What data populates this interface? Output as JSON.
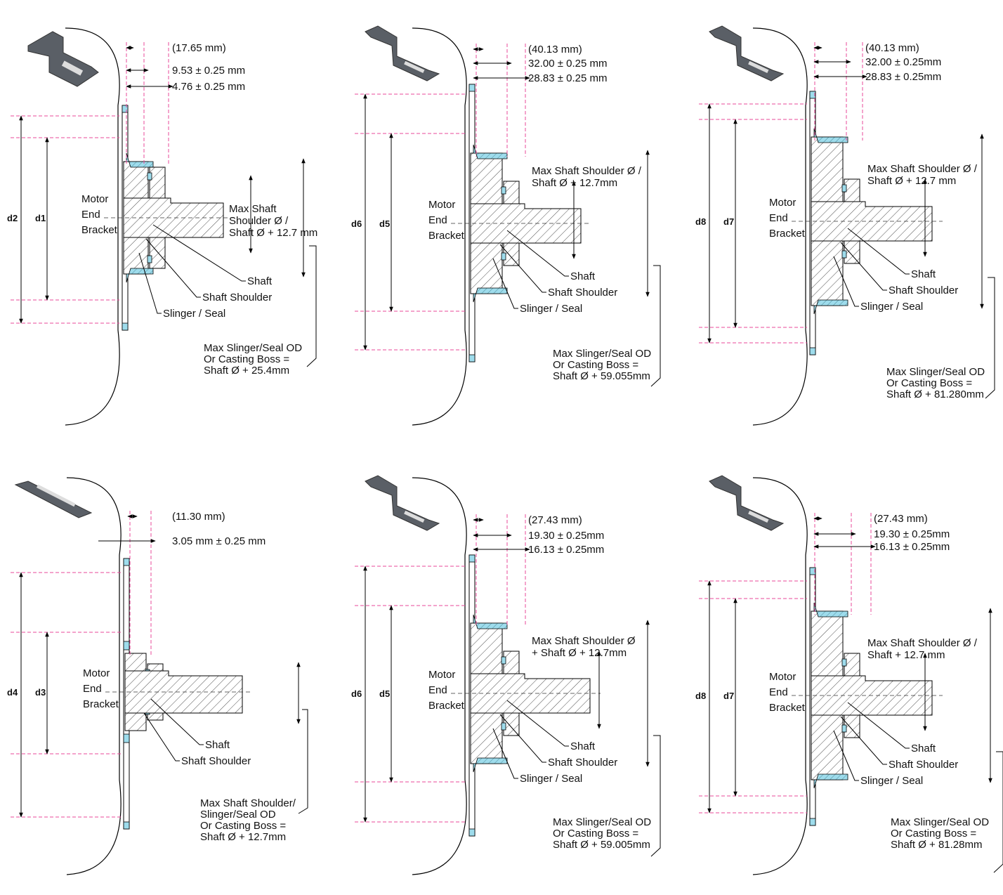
{
  "colors": {
    "seal": "#9edcec",
    "reference_line": "#e8489a",
    "bracket_part": "#5a5f66",
    "line": "#000000"
  },
  "panels": [
    {
      "bracket_shape": "short-bent-bracket",
      "motor_label": "Motor\nEnd\nBracket",
      "dims": [
        "(17.65 mm)",
        "9.53 ± 0.25 mm",
        "4.76 ± 0.25 mm"
      ],
      "outer_label": "d2",
      "inner_label": "d1",
      "shoulder_note": "Max Shaft\nShoulder Ø /\nShaft Ø + 12.7 mm",
      "callouts": [
        "Shaft",
        "Shaft Shoulder",
        "Slinger / Seal"
      ],
      "bottom_note": "Max Slinger/Seal OD\nOr Casting Boss =\nShaft Ø + 25.4mm"
    },
    {
      "bracket_shape": "z-bracket",
      "motor_label": "Motor\nEnd\nBracket",
      "dims": [
        "(40.13 mm)",
        "32.00 ± 0.25 mm",
        "28.83 ± 0.25 mm"
      ],
      "outer_label": "d6",
      "inner_label": "d5",
      "shoulder_note": "Max Shaft Shoulder Ø /\nShaft Ø + 12.7mm",
      "callouts": [
        "Shaft",
        "Shaft Shoulder",
        "Slinger / Seal"
      ],
      "bottom_note": "Max Slinger/Seal OD\nOr Casting Boss =\nShaft Ø + 59.055mm"
    },
    {
      "bracket_shape": "z-bracket",
      "motor_label": "Motor\nEnd\nBracket",
      "dims": [
        "(40.13 mm)",
        "32.00 ± 0.25mm",
        "28.83 ± 0.25mm"
      ],
      "outer_label": "d8",
      "inner_label": "d7",
      "shoulder_note": "Max Shaft Shoulder Ø /\nShaft Ø + 12.7 mm",
      "callouts": [
        "Shaft",
        "Shaft Shoulder",
        "Slinger / Seal"
      ],
      "bottom_note": "Max Slinger/Seal OD\nOr Casting Boss =\nShaft Ø + 81.280mm"
    },
    {
      "bracket_shape": "flat-bracket",
      "motor_label": "Motor\nEnd\nBracket",
      "dims": [
        "(11.30 mm)",
        "3.05 mm ± 0.25 mm"
      ],
      "outer_label": "d4",
      "inner_label": "d3",
      "shoulder_note": "",
      "callouts": [
        "Shaft",
        "Shaft Shoulder"
      ],
      "bottom_note": "Max Shaft Shoulder/\nSlinger/Seal OD\nOr Casting Boss =\nShaft Ø + 12.7mm"
    },
    {
      "bracket_shape": "z-bracket",
      "motor_label": "Motor\nEnd\nBracket",
      "dims": [
        "(27.43 mm)",
        "19.30 ± 0.25mm",
        "16.13 ± 0.25mm"
      ],
      "outer_label": "d6",
      "inner_label": "d5",
      "shoulder_note": "Max Shaft Shoulder Ø\n+ Shaft Ø + 12.7mm",
      "callouts": [
        "Shaft",
        "Shaft Shoulder",
        "Slinger / Seal"
      ],
      "bottom_note": "Max Slinger/Seal OD\nOr Casting Boss =\nShaft Ø + 59.005mm"
    },
    {
      "bracket_shape": "z-bracket",
      "motor_label": "Motor\nEnd\nBracket",
      "dims": [
        "(27.43 mm)",
        "19.30 ± 0.25mm",
        "16.13 ± 0.25mm"
      ],
      "outer_label": "d8",
      "inner_label": "d7",
      "shoulder_note": "Max Shaft Shoulder Ø /\nShaft + 12.7 mm",
      "callouts": [
        "Shaft",
        "Shaft Shoulder",
        "Slinger / Seal"
      ],
      "bottom_note": "Max Slinger/Seal OD\nOr Casting Boss =\nShaft Ø + 81.28mm"
    }
  ]
}
